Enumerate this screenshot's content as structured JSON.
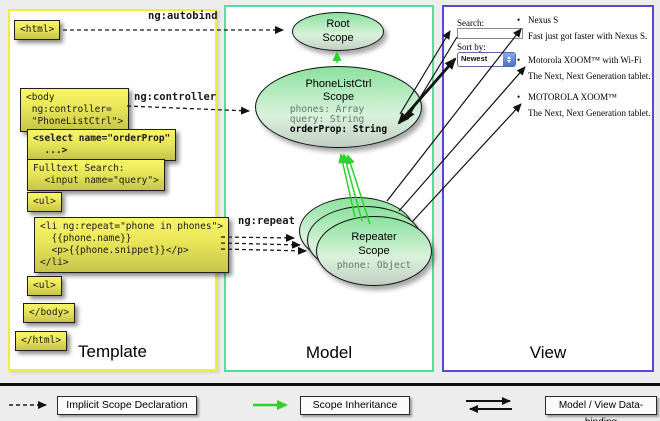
{
  "titles": {
    "template": "Template",
    "model": "Model",
    "view": "View"
  },
  "annotations": {
    "autobind": "ng:autobind",
    "controller": "ng:controller",
    "repeat": "ng:repeat"
  },
  "code_boxes": {
    "html_open": "<html>",
    "body_open": "<body\n ng:controller=\n \"PhoneListCtrl\">",
    "select": "<select name=\"orderProp\"\n  ...>",
    "fulltext": "Fulltext Search:\n  <input name=\"query\">",
    "ul_open": "<ul>",
    "li_repeat": "<li ng:repeat=\"phone in phones\">\n  {{phone.name}}\n  <p>{{phone.snippet}}</p>\n</li>",
    "ul_close": "<ul>",
    "body_close": "</body>",
    "html_close": "</html>"
  },
  "scopes": {
    "root": {
      "title": "Root\nScope"
    },
    "phonelist": {
      "title": "PhoneListCtrl\nScope",
      "prop_phones": "phones: Array",
      "prop_query": "query: String",
      "prop_order": "orderProp: String"
    },
    "repeater": {
      "title": "Repeater\nScope",
      "prop_phone": "phone: Object"
    }
  },
  "view": {
    "search_label": "Search:",
    "search_value": "",
    "sort_label": "Sort by:",
    "sort_value": "Newest",
    "items": [
      {
        "name": "Nexus S",
        "desc": "Fast just got faster with Nexus S."
      },
      {
        "name": "Motorola XOOM™ with Wi-Fi",
        "desc": "The Next, Next Generation tablet."
      },
      {
        "name": "MOTOROLA XOOM™",
        "desc": "The Next, Next Generation tablet."
      }
    ]
  },
  "legend": {
    "implicit": "Implicit Scope Declaration",
    "inheritance": "Scope Inheritance",
    "databinding": "Model / View Data-binding"
  },
  "colors": {
    "template_border": "#f2ee38",
    "model_border": "#57dd99",
    "view_border": "#5747d6",
    "arrow_green": "#2ed12e",
    "box_yellow": "#e9e558",
    "scope_green": "#8ce29e"
  }
}
